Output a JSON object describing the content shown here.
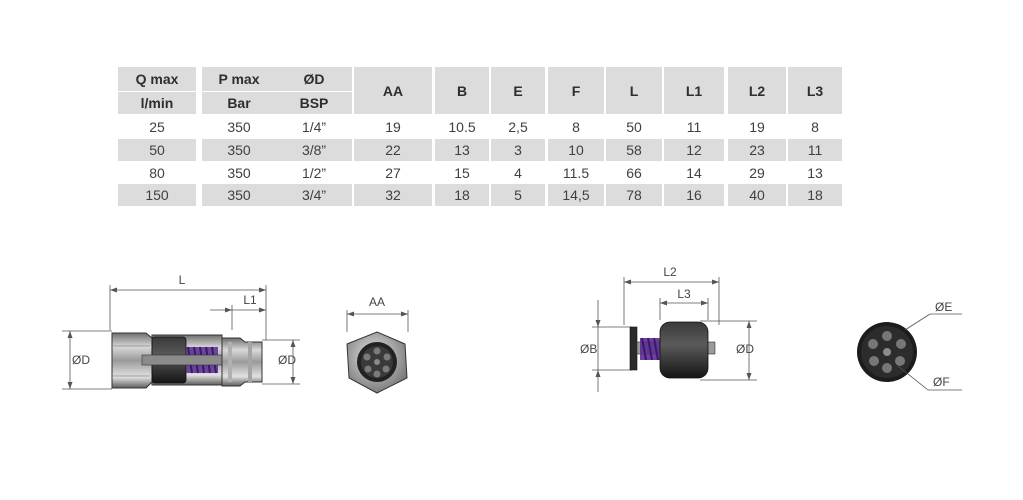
{
  "table": {
    "headers_top": [
      "Q max",
      "P max",
      "ØD"
    ],
    "headers_bottom": [
      "l/min",
      "Bar",
      "BSP"
    ],
    "headers_span": [
      "AA",
      "B",
      "E",
      "F",
      "L",
      "L1",
      "L2",
      "L3"
    ],
    "rows": [
      [
        "25",
        "350",
        "1/4”",
        "19",
        "10.5",
        "2,5",
        "8",
        "50",
        "11",
        "19",
        "8"
      ],
      [
        "50",
        "350",
        "3/8”",
        "22",
        "13",
        "3",
        "10",
        "58",
        "12",
        "23",
        "11"
      ],
      [
        "80",
        "350",
        "1/2”",
        "27",
        "15",
        "4",
        "11.5",
        "66",
        "14",
        "29",
        "13"
      ],
      [
        "150",
        "350",
        "3/4”",
        "32",
        "18",
        "5",
        "14,5",
        "78",
        "16",
        "40",
        "18"
      ]
    ]
  },
  "drawings": {
    "dim_L": "L",
    "dim_L1": "L1",
    "dim_D_left": "ØD",
    "dim_D_right": "ØD",
    "dim_AA": "AA",
    "dim_L2": "L2",
    "dim_L3": "L3",
    "dim_B": "ØB",
    "dim_D_insert": "ØD",
    "dim_E": "ØE",
    "dim_F": "ØF"
  }
}
